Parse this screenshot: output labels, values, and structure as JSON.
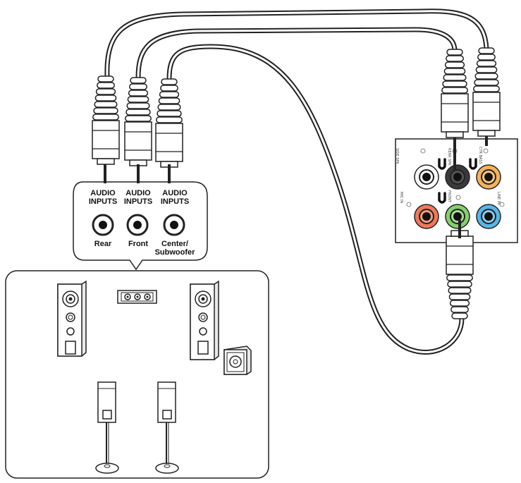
{
  "amplifier": {
    "inputs": [
      {
        "header_line1": "AUDIO",
        "header_line2": "INPUTS",
        "label_line1": "Rear",
        "label_line2": ""
      },
      {
        "header_line1": "AUDIO",
        "header_line2": "INPUTS",
        "label_line1": "Front",
        "label_line2": ""
      },
      {
        "header_line1": "AUDIO",
        "header_line2": "INPUTS",
        "label_line1": "Center/",
        "label_line2": "Subwoofer"
      }
    ]
  },
  "io_panel": {
    "labels": {
      "side_spk": "SIDE SPK",
      "rear_spk": "REAR SPK",
      "center_bass": "CTR BASS",
      "mic_in": "MIC IN",
      "front": "FRONT",
      "line_in": "LINE IN"
    },
    "jack_colors": {
      "side_spk": "#ffffff",
      "rear_spk": "#3a3a3a",
      "center_bass": "#f5b25a",
      "mic_in": "#f0795a",
      "front": "#86cf6e",
      "line_in": "#58b6e6"
    }
  },
  "colors": {
    "line": "#222222",
    "speaker_fill": "#e9e9e9",
    "background": "#ffffff"
  }
}
